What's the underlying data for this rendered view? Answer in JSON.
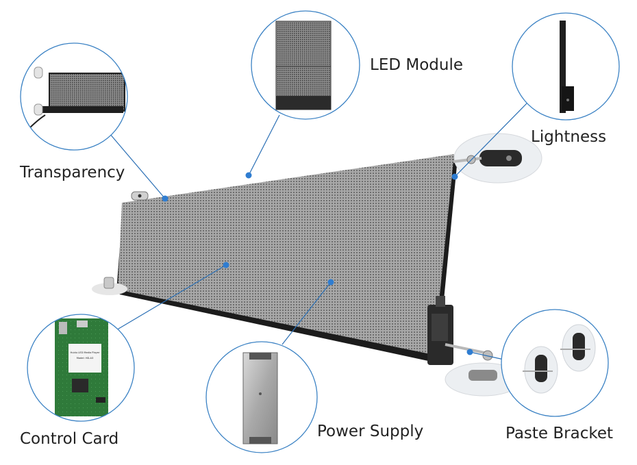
{
  "labels": {
    "led_module": "LED Module",
    "lightness": "Lightness",
    "transparency": "Transparency",
    "control_card": "Control Card",
    "power_supply": "Power Supply",
    "paste_bracket": "Paste Bracket"
  },
  "control_card_text": {
    "line1": "Huidu LED Media Player",
    "line2": "Model: HD-A3"
  },
  "colors": {
    "callout_line": "#2a6fb5",
    "dot": "#2f7dd1",
    "circle_border": "#3b82c4",
    "panel_dark": "#1a1a1a",
    "panel_grid": "#9a9a9a",
    "pcb_green": "#2f7a3a"
  }
}
